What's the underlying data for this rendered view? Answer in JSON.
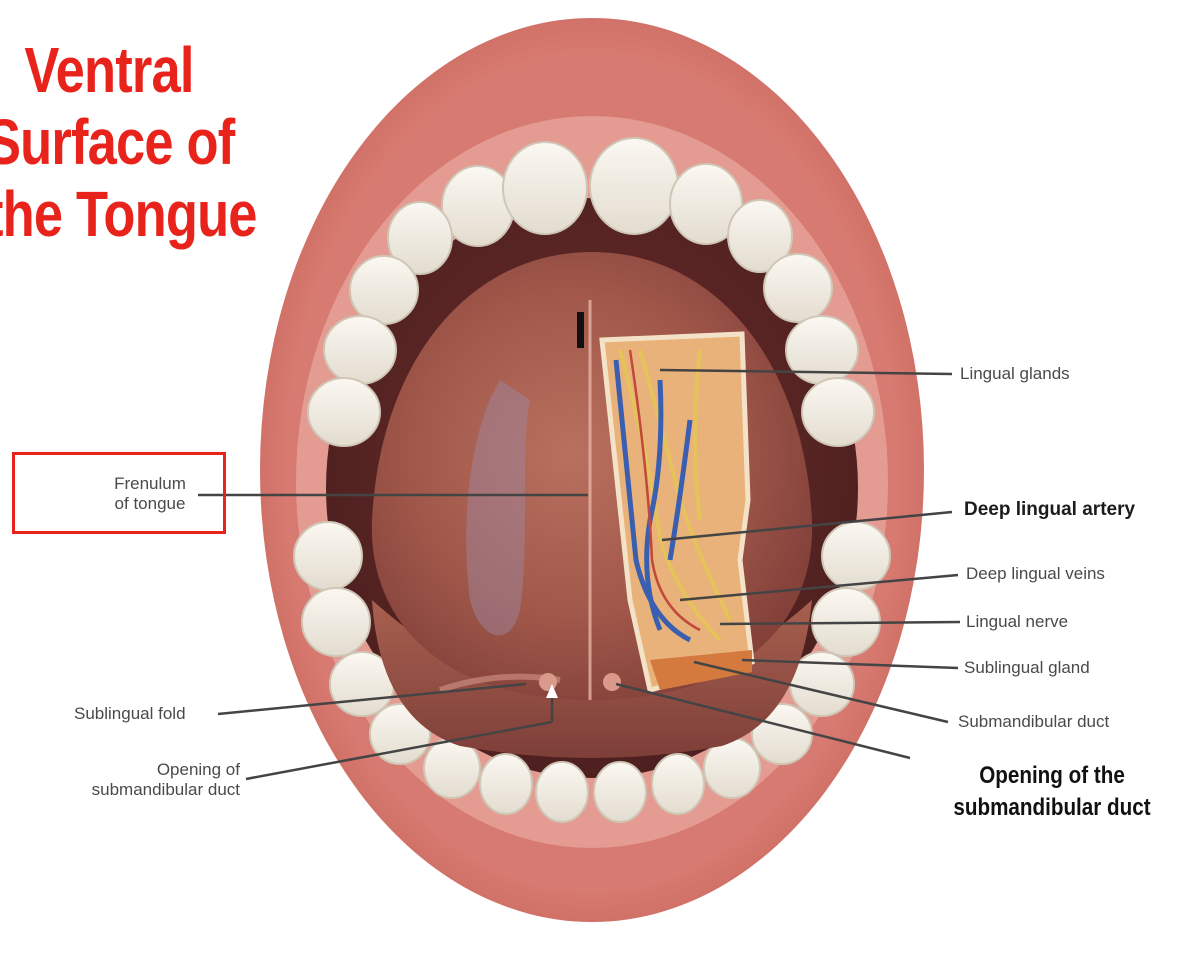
{
  "title": {
    "line1": "Ventral",
    "line2": "Surface of",
    "line3": "the Tongue"
  },
  "labels": {
    "frenulum_line1": "Frenulum",
    "frenulum_line2": "of tongue",
    "lingual_glands": "Lingual glands",
    "deep_lingual_artery": "Deep lingual artery",
    "deep_lingual_veins": "Deep lingual veins",
    "lingual_nerve": "Lingual nerve",
    "sublingual_gland": "Sublingual gland",
    "submandibular_duct": "Submandibular duct",
    "sublingual_fold": "Sublingual fold",
    "opening_left_line1": "Opening of",
    "opening_left_line2": "submandibular duct",
    "opening_right_line1": "Opening of the",
    "opening_right_line2": "submandibular duct"
  },
  "colors": {
    "title_red": "#e8231b",
    "lip": "#e58f86",
    "mucosa": "#8e4a40",
    "tongue": "#a4584a",
    "teeth": "#f2ede4",
    "vein_blue": "#3b5fb0",
    "nerve_yellow": "#e6c25a"
  }
}
